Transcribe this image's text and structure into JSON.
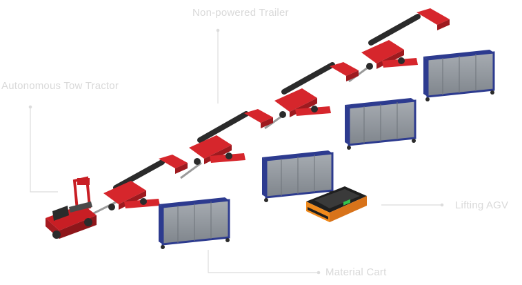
{
  "labels": {
    "trailer": "Non-powered Trailer",
    "tractor": "Autonomous Tow Tractor",
    "agv": "Lifting AGV",
    "cart": "Material Cart"
  },
  "icons": {
    "tractor": "tow-tractor-icon",
    "trailer": "trailer-icon",
    "cart": "material-cart-icon",
    "agv": "lifting-agv-icon"
  },
  "colors": {
    "background": "#ffffff",
    "label_text": "#d9d9d9",
    "leader_line": "#dcdcdc",
    "trailer_red": "#d6262c",
    "tractor_red": "#c81e24",
    "arm_dark": "#2b2b2b",
    "cart_frame": "#2d3b8f",
    "cart_panel": "#8f959c",
    "agv_body": "#1f1f1f",
    "agv_accent": "#f08a1c"
  }
}
